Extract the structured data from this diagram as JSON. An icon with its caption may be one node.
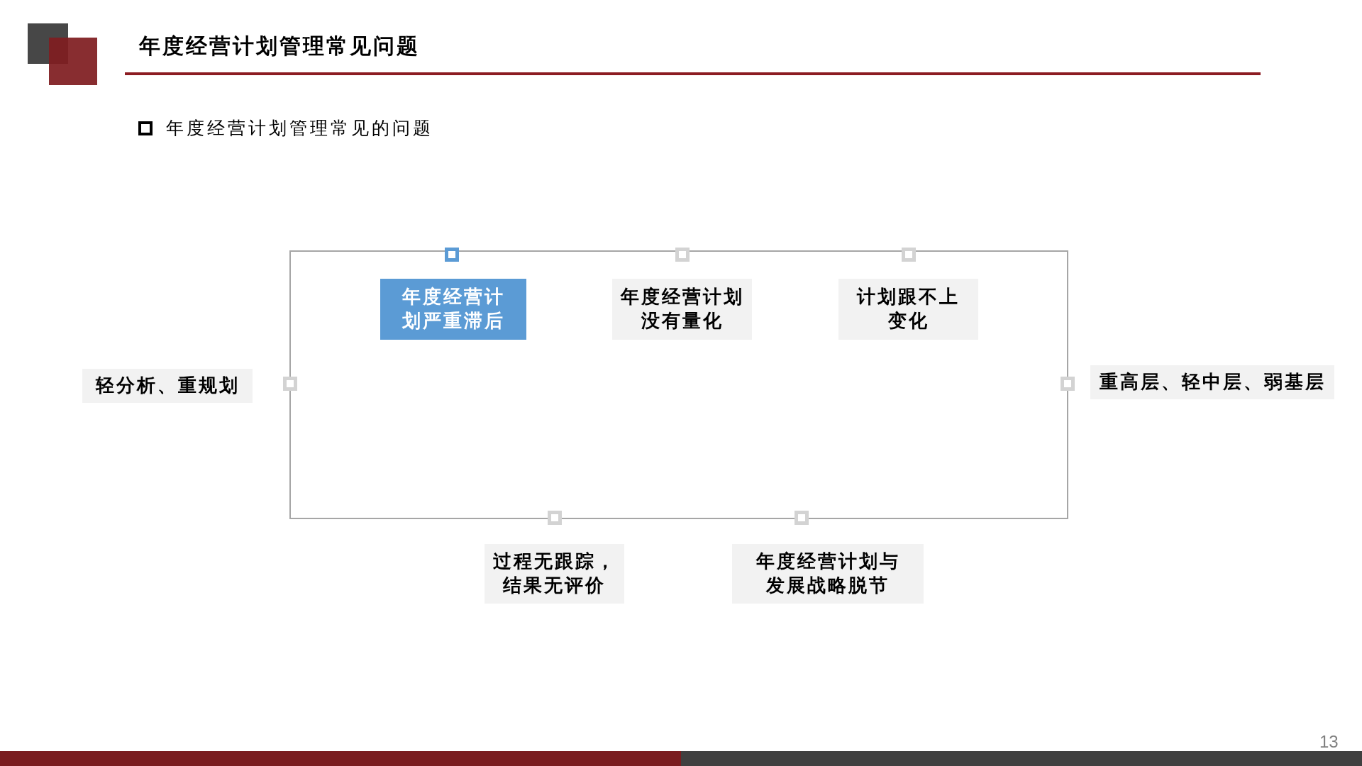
{
  "diagram": {
    "title": "年度经营计划管理常见问题",
    "nodes": [
      {
        "text": [],
        "shape": "box"
      },
      {
        "text": [
          "年度经营计划严重滞后"
        ],
        "in": 0
      },
      {
        "text": [
          "年度经营计划没有量化"
        ],
        "in": 0
      },
      {
        "text": [
          "计划跟不上变化"
        ],
        "in": 0
      },
      {
        "text": [
          "轻分析、重规划"
        ]
      },
      {
        "text": [
          "重高层、轻中层、弱基层"
        ]
      },
      {
        "text": [
          "过程无跟踪，结果无评价"
        ]
      },
      {
        "text": [
          "年度经营计划与发展战略脱节"
        ]
      }
    ],
    "labels": [
      "年度经营计划管理常见的问题",
      "13"
    ]
  }
}
